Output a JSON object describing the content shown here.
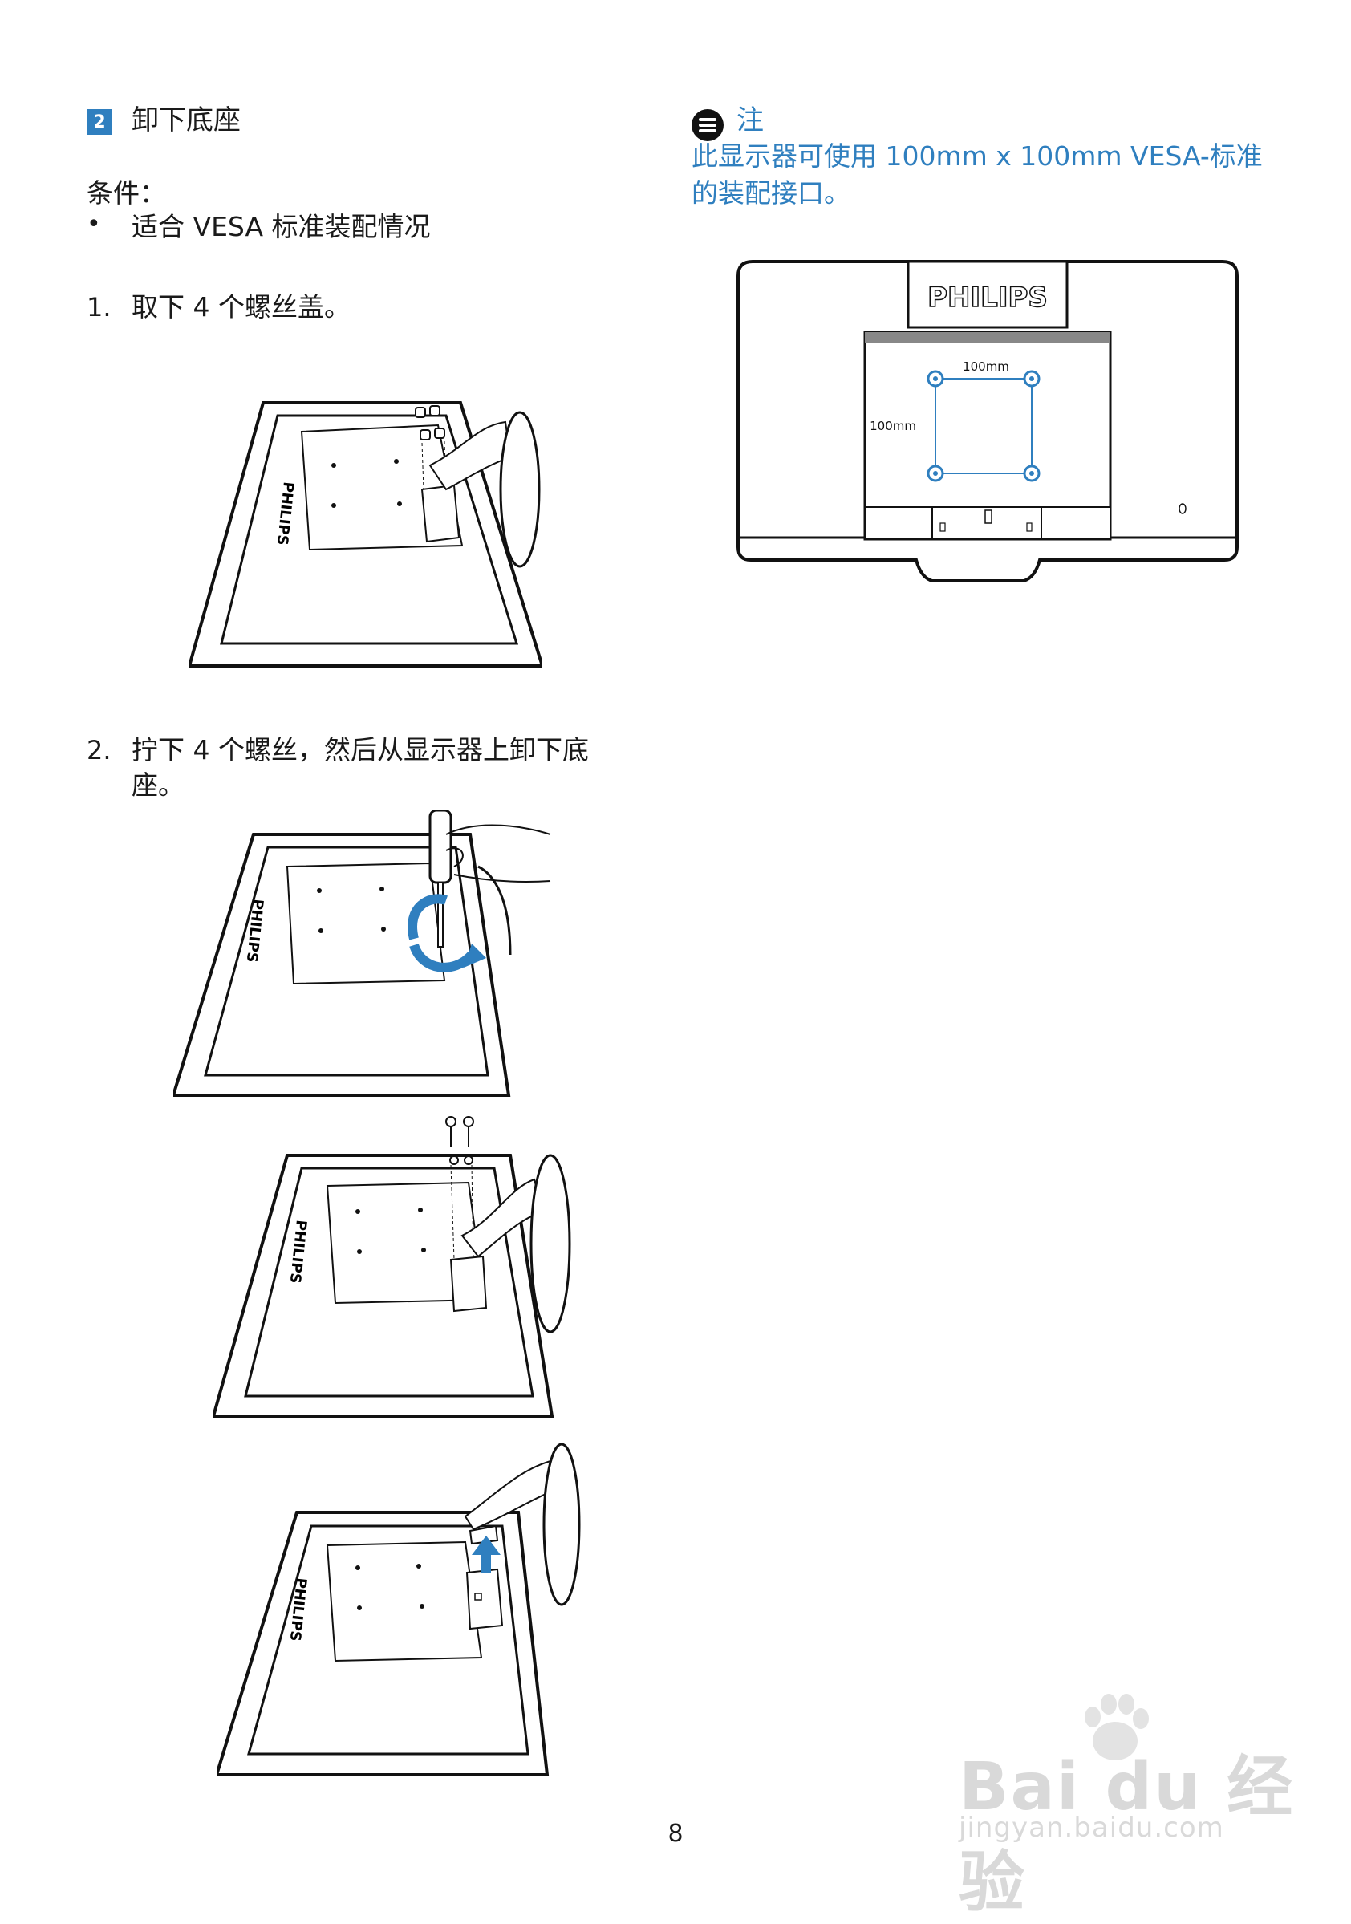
{
  "section": {
    "number": "2",
    "title": "卸下底座"
  },
  "conditions": {
    "label": "条件：",
    "bullet": "适合 VESA 标准装配情况"
  },
  "steps": [
    {
      "number": "1.",
      "text": "取下 4 个螺丝盖。"
    },
    {
      "number": "2.",
      "text_line1": "拧下 4 个螺丝，然后从显示器上卸下底",
      "text_line2": "座。"
    }
  ],
  "note": {
    "title": "注",
    "text_line1": "此显示器可使用 100mm x 100mm VESA-标准",
    "text_line2": "的装配接口。"
  },
  "vesa_diagram": {
    "brand": "PHILIPS",
    "width_label": "100mm",
    "height_label": "100mm"
  },
  "illustrations": {
    "brand": "PHILIPS"
  },
  "page_number": "8",
  "watermark": {
    "main": "Bai du 经验",
    "sub": "jingyan.baidu.com"
  },
  "colors": {
    "accent": "#2f7fbf",
    "text": "#1a1a1a"
  }
}
